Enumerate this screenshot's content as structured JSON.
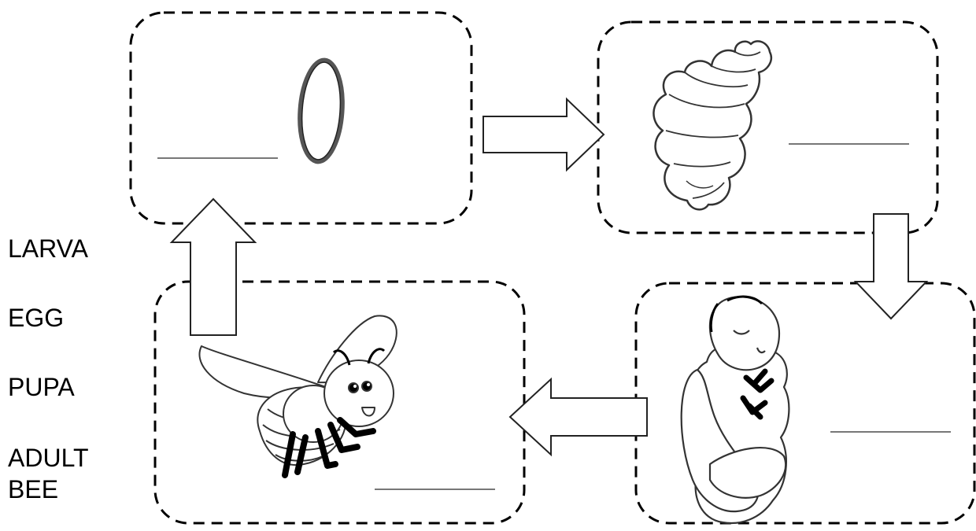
{
  "word_bank": [
    {
      "label": "LARVA"
    },
    {
      "label": "EGG"
    },
    {
      "label": "PUPA"
    },
    {
      "label": "ADULT",
      "label_line2": "BEE"
    }
  ],
  "stages_shown": [
    "egg-image",
    "larva-image",
    "pupa-image",
    "adult-bee-image"
  ],
  "colors": {
    "outline": "#000000",
    "background": "#ffffff",
    "answer_line": "#777777"
  }
}
